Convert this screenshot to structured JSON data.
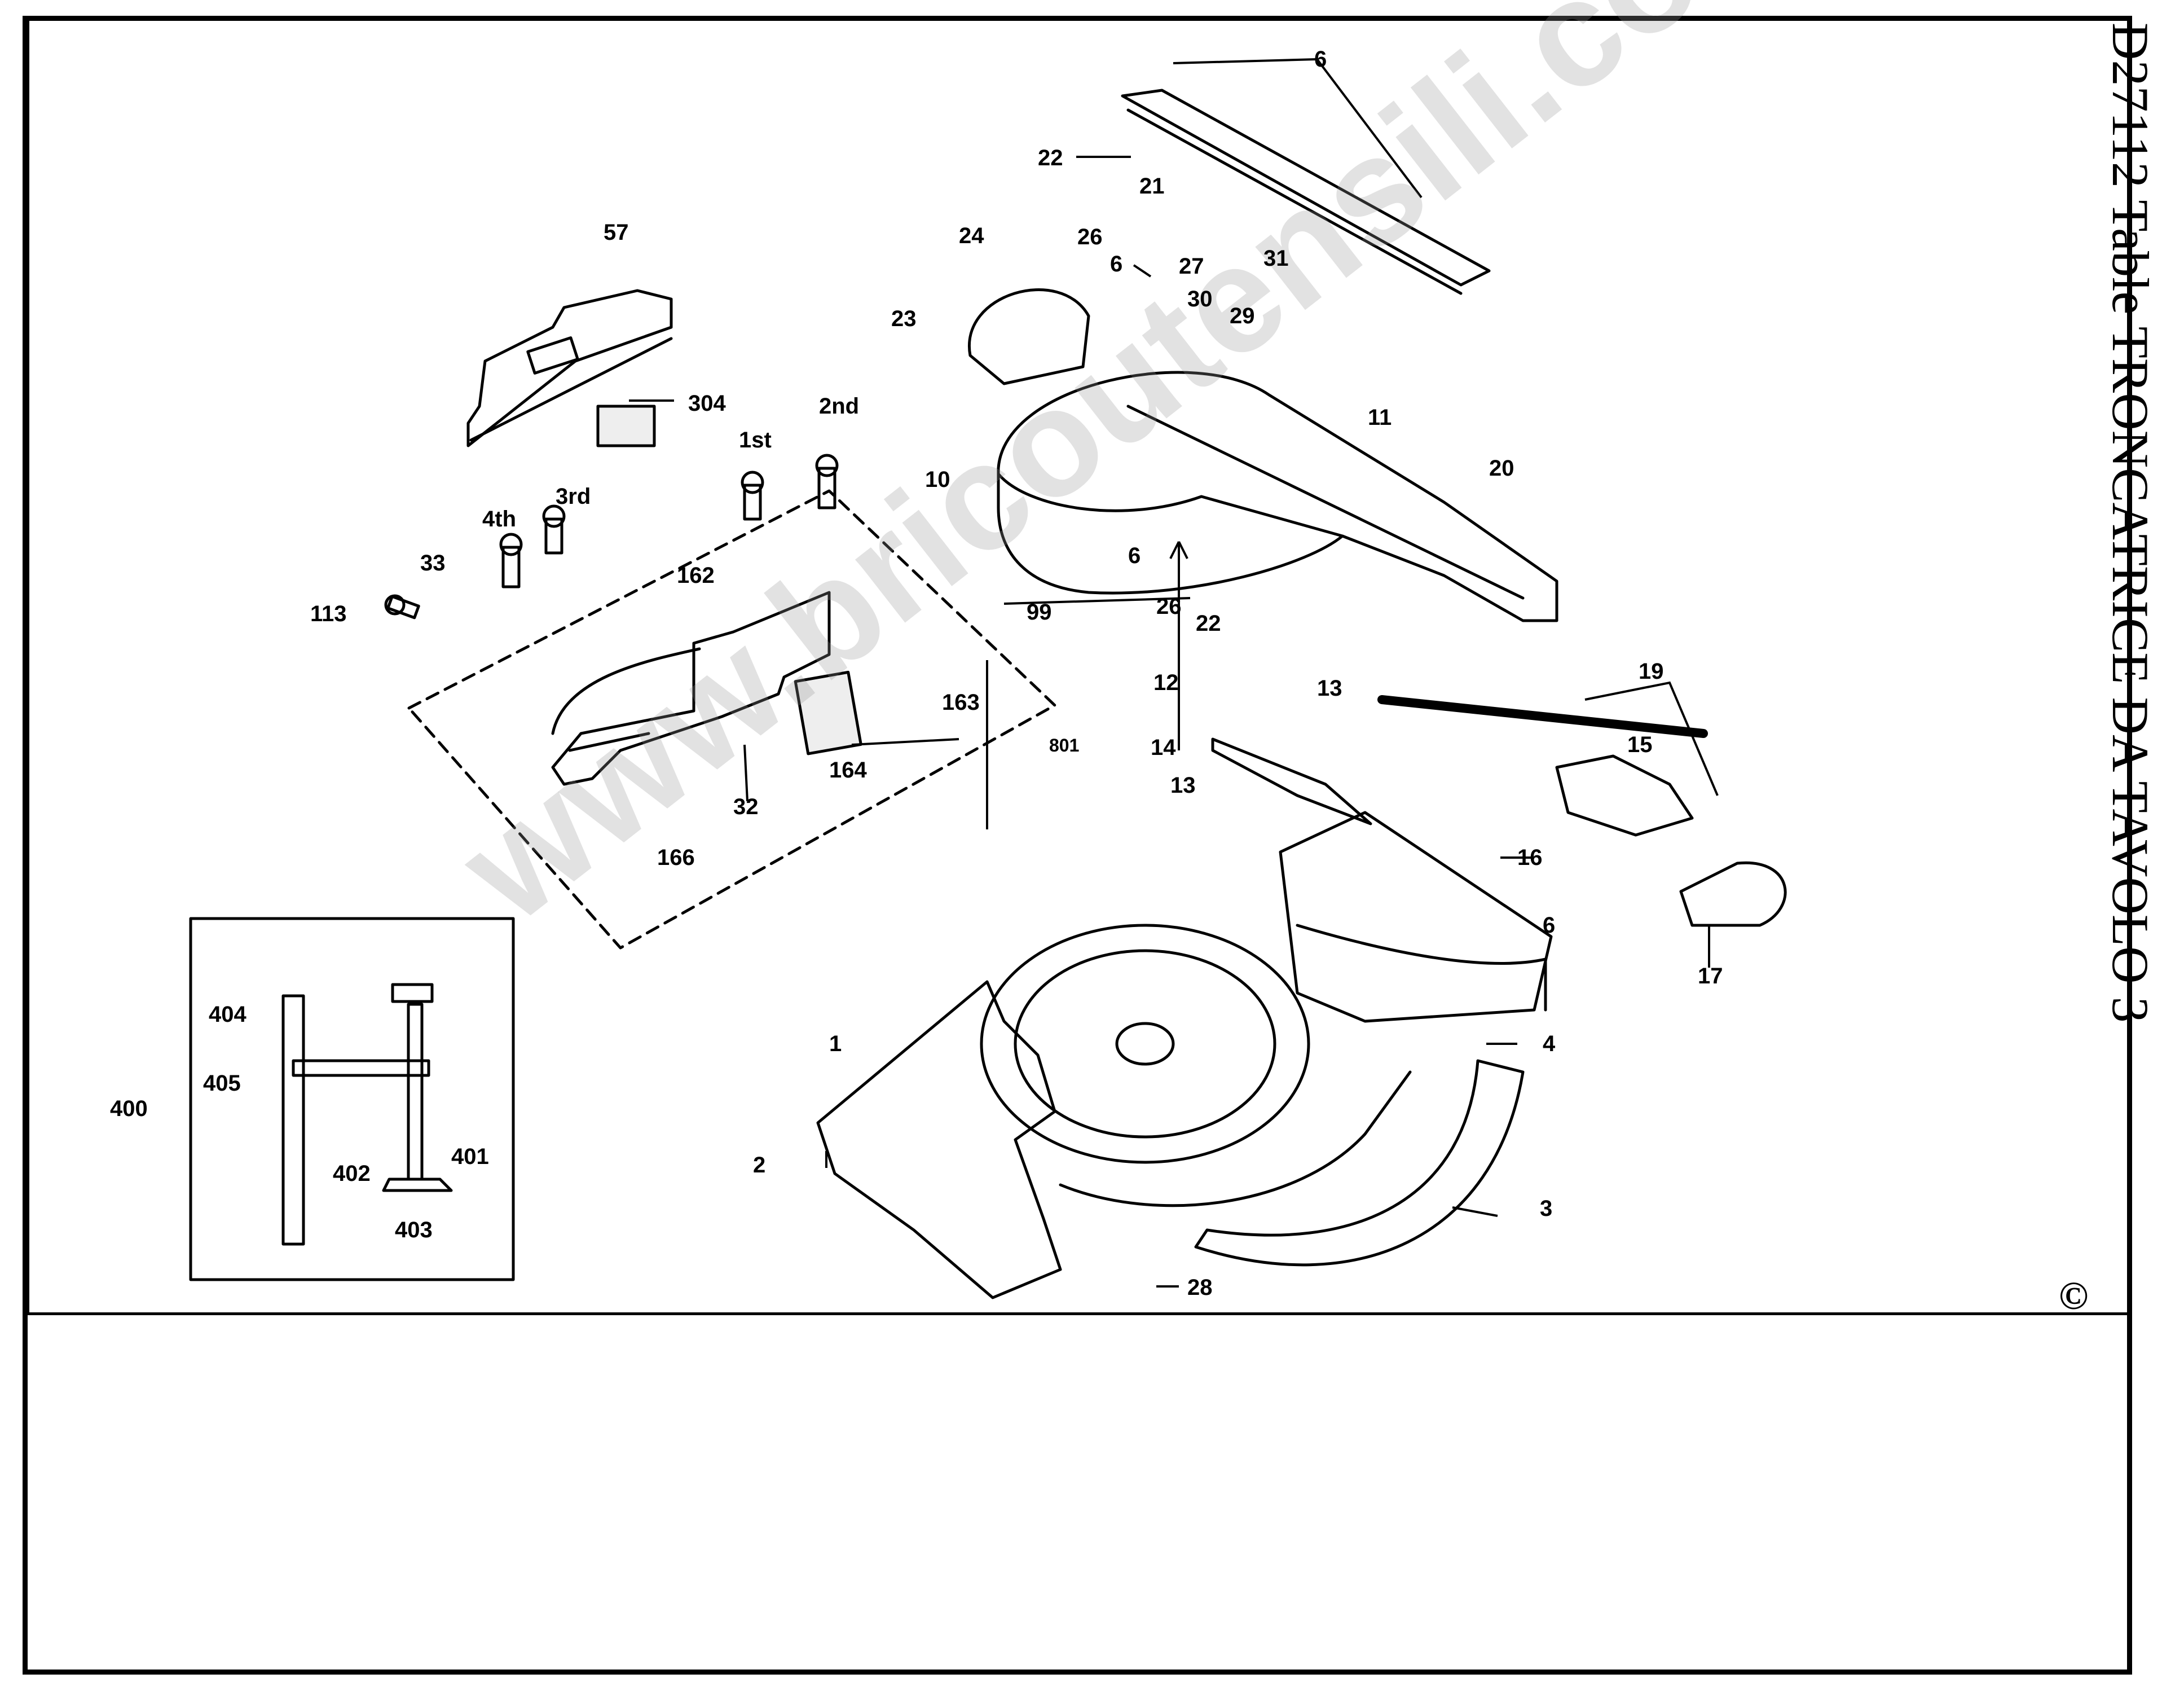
{
  "sheet": {
    "title": "D27112  Table  TRONCATRICE DA TAVOLO 3",
    "copyright": "©",
    "watermark": "www.bricoutensili.com"
  },
  "diagram": {
    "type": "exploded parts diagram",
    "labels": [
      "1",
      "2",
      "3",
      "4",
      "6",
      "6",
      "6",
      "6",
      "10",
      "11",
      "12",
      "13",
      "13",
      "14",
      "15",
      "16",
      "17",
      "19",
      "20",
      "21",
      "22",
      "22",
      "23",
      "24",
      "26",
      "26",
      "27",
      "28",
      "29",
      "30",
      "31",
      "32",
      "33",
      "57",
      "99",
      "113",
      "162",
      "163",
      "164",
      "166",
      "304",
      "400",
      "401",
      "402",
      "403",
      "404",
      "405",
      "801",
      "1st",
      "2nd",
      "3rd",
      "4th"
    ]
  }
}
